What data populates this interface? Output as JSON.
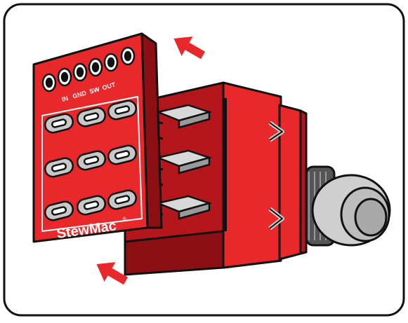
{
  "board": {
    "pin_labels": [
      "IN",
      "GND",
      "SW",
      "OUT"
    ],
    "brand": "StewMac",
    "trademark": "®"
  },
  "colors": {
    "red": "#e8282b",
    "red_dark": "#b3161b",
    "red_darker": "#8c0f13",
    "pad": "#c8c8c8",
    "outline": "#111111",
    "background": "#ffffff"
  },
  "icons": [
    "arrow-icon",
    "arrow-icon"
  ]
}
